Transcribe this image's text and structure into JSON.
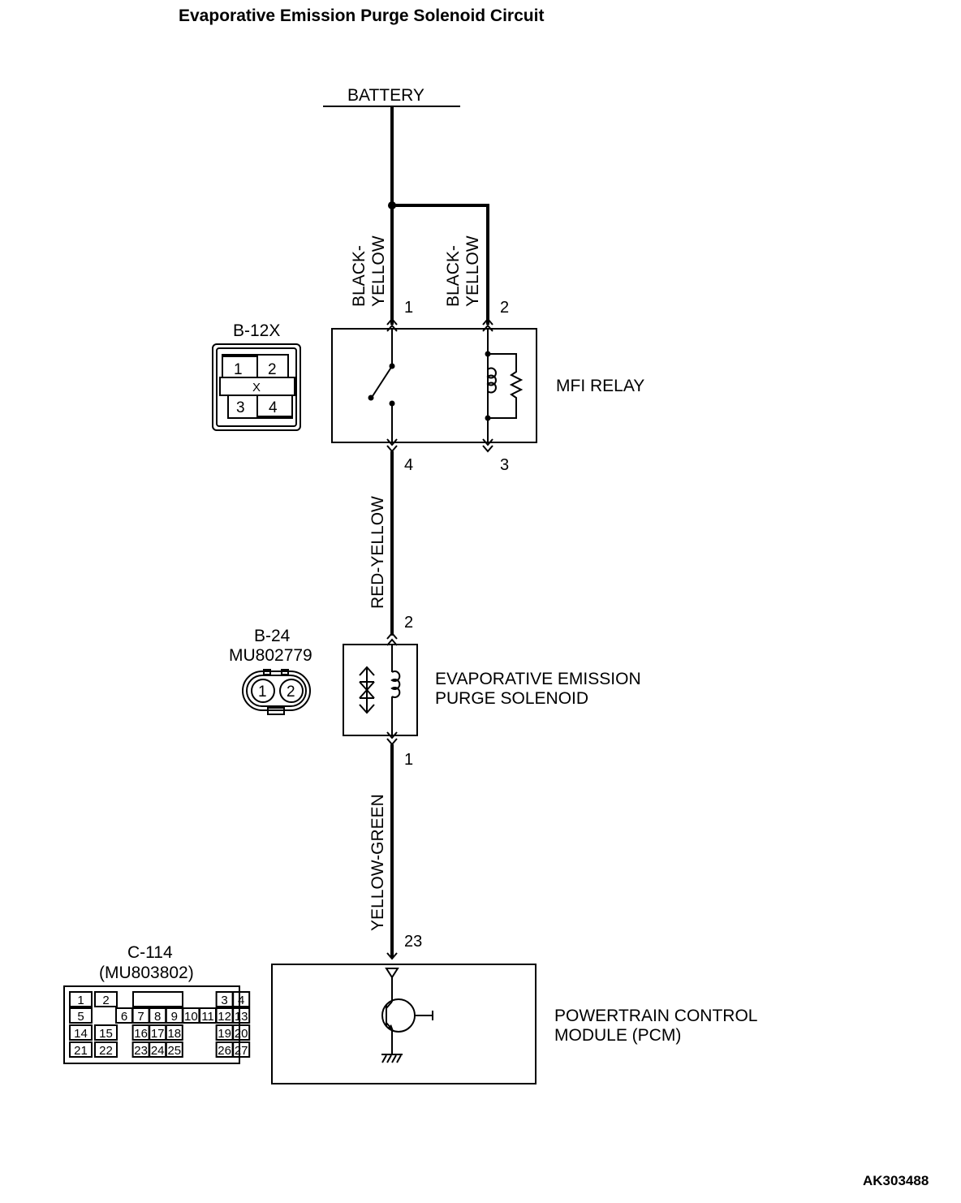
{
  "title": "Evaporative Emission Purge Solenoid Circuit",
  "figure_code": "AK303488",
  "battery": {
    "label": "BATTERY"
  },
  "wires": {
    "relay_pin1": "BLACK-\nYELLOW",
    "relay_pin2": "BLACK-\nYELLOW",
    "relay_to_solenoid": "RED-YELLOW",
    "solenoid_to_pcm": "YELLOW-GREEN"
  },
  "mfi_relay": {
    "label": "MFI RELAY",
    "pins": {
      "p1": "1",
      "p2": "2",
      "p3": "3",
      "p4": "4"
    },
    "connector": {
      "id": "B-12X",
      "cavities": [
        "1",
        "2",
        "3",
        "4"
      ],
      "mark": "X"
    }
  },
  "purge_solenoid": {
    "label_line1": "EVAPORATIVE EMISSION",
    "label_line2": "PURGE SOLENOID",
    "pins": {
      "top": "2",
      "bottom": "1"
    },
    "connector": {
      "id": "B-24",
      "part": "MU802779",
      "cavities": [
        "1",
        "2"
      ]
    }
  },
  "pcm": {
    "label_line1": "POWERTRAIN CONTROL",
    "label_line2": "MODULE (PCM)",
    "pin": "23",
    "connector": {
      "id": "C-114",
      "part": "(MU803802)",
      "rows": [
        [
          "1",
          "2",
          "",
          "",
          "",
          "",
          "",
          "",
          "3",
          "4"
        ],
        [
          "5",
          "",
          "6",
          "7",
          "8",
          "9",
          "10",
          "11",
          "12",
          "13"
        ],
        [
          "14",
          "15",
          "",
          "16",
          "17",
          "18",
          "",
          "",
          "19",
          "20"
        ],
        [
          "21",
          "22",
          "",
          "23",
          "24",
          "25",
          "",
          "",
          "26",
          "27"
        ]
      ]
    }
  }
}
